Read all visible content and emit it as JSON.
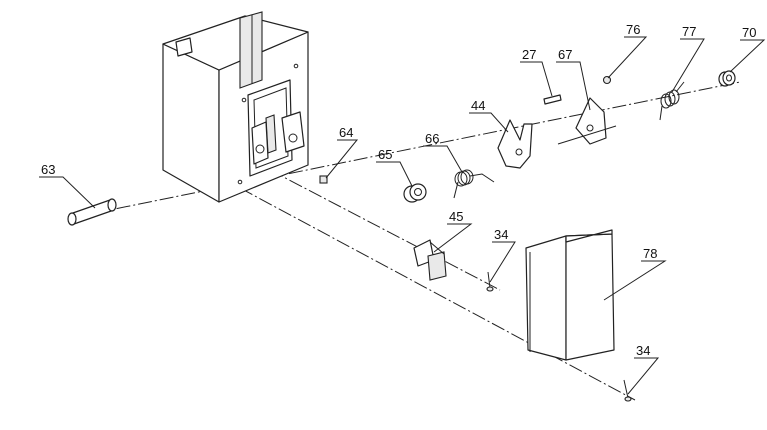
{
  "callouts": {
    "c63": "63",
    "c64": "64",
    "c65": "65",
    "c66": "66",
    "c44": "44",
    "c27": "27",
    "c67": "67",
    "c76": "76",
    "c77": "77",
    "c70": "70",
    "c45": "45",
    "c34a": "34",
    "c78": "78",
    "c34b": "34"
  }
}
